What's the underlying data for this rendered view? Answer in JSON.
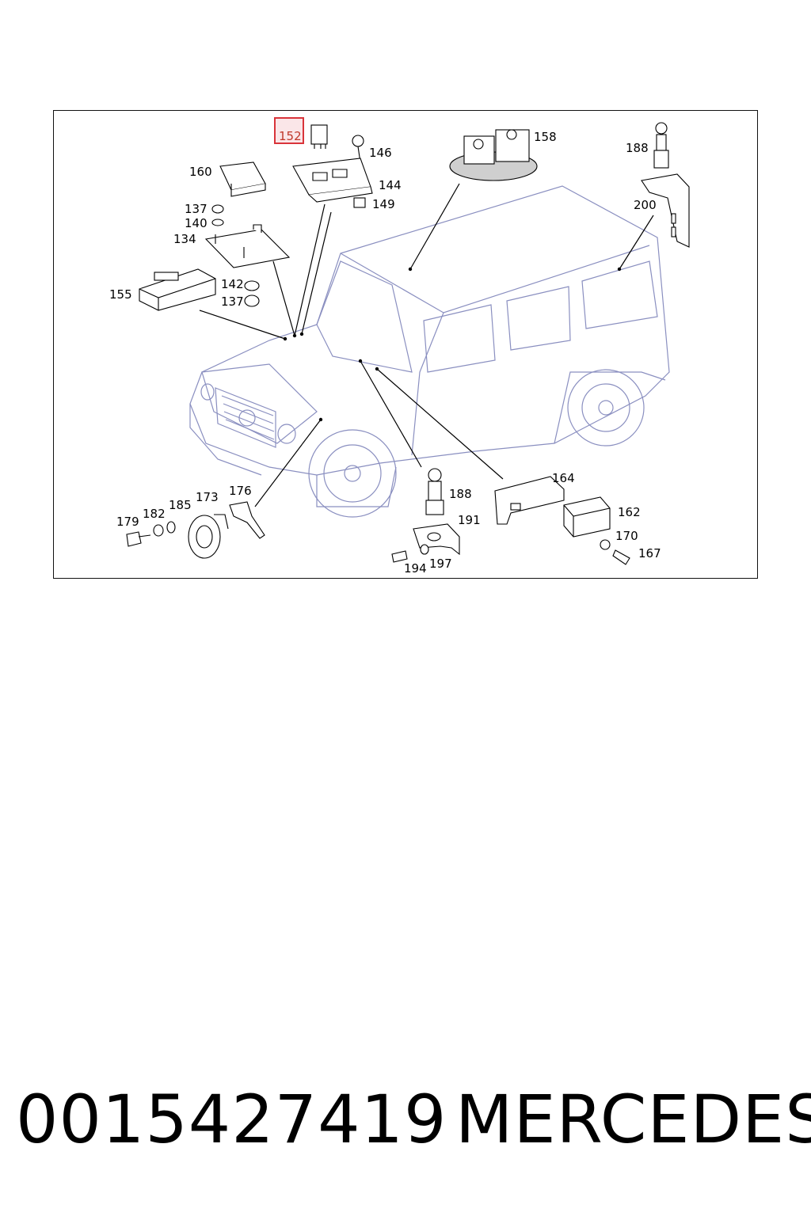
{
  "diagram": {
    "highlighted_part": "152",
    "labels": {
      "p152": "152",
      "p146": "146",
      "p144": "144",
      "p149": "149",
      "p158": "158",
      "p188a": "188",
      "p200": "200",
      "p160": "160",
      "p137a": "137",
      "p140": "140",
      "p134": "134",
      "p155": "155",
      "p142": "142",
      "p137b": "137",
      "p164": "164",
      "p162": "162",
      "p170": "170",
      "p167": "167",
      "p188b": "188",
      "p191": "191",
      "p194": "194",
      "p197": "197",
      "p176": "176",
      "p173": "173",
      "p185": "185",
      "p182": "182",
      "p179": "179"
    },
    "colors": {
      "line": "#000000",
      "vehicle": "#8a8fc0",
      "highlight": "#d9343a",
      "highlight_fill": "#f6d6d8"
    }
  },
  "caption": {
    "part_number": "0015427419",
    "brand": "MERCEDES"
  }
}
